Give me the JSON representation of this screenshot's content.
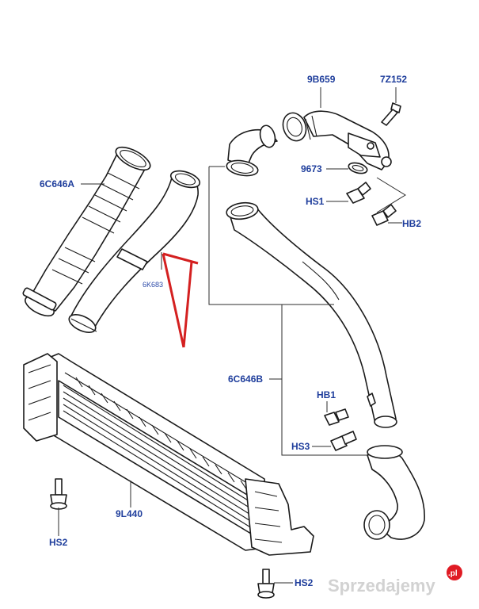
{
  "labels": {
    "p9B659": "9B659",
    "p7Z152": "7Z152",
    "p6C646A": "6C646A",
    "p9673": "9673",
    "pHS1_top": "HS1",
    "pHB2": "HB2",
    "p6K683": "6K683",
    "p6C646B": "6C646B",
    "pHB1": "HB1",
    "pHS3": "HS3",
    "p9L440": "9L440",
    "pHS2_left": "HS2",
    "pHS2_bottom": "HS2"
  },
  "watermark": {
    "text": "Sprzedajemy",
    "badge": ".pl"
  },
  "colors": {
    "label_blue": "#1f3e9c",
    "arrow_red": "#d42020",
    "line": "#1a1a1a",
    "watermark": "#d2d2d2",
    "badge": "#e01b24"
  },
  "icons": [
    "bolt-icon",
    "clamp-icon",
    "pointer-arrow-icon"
  ]
}
